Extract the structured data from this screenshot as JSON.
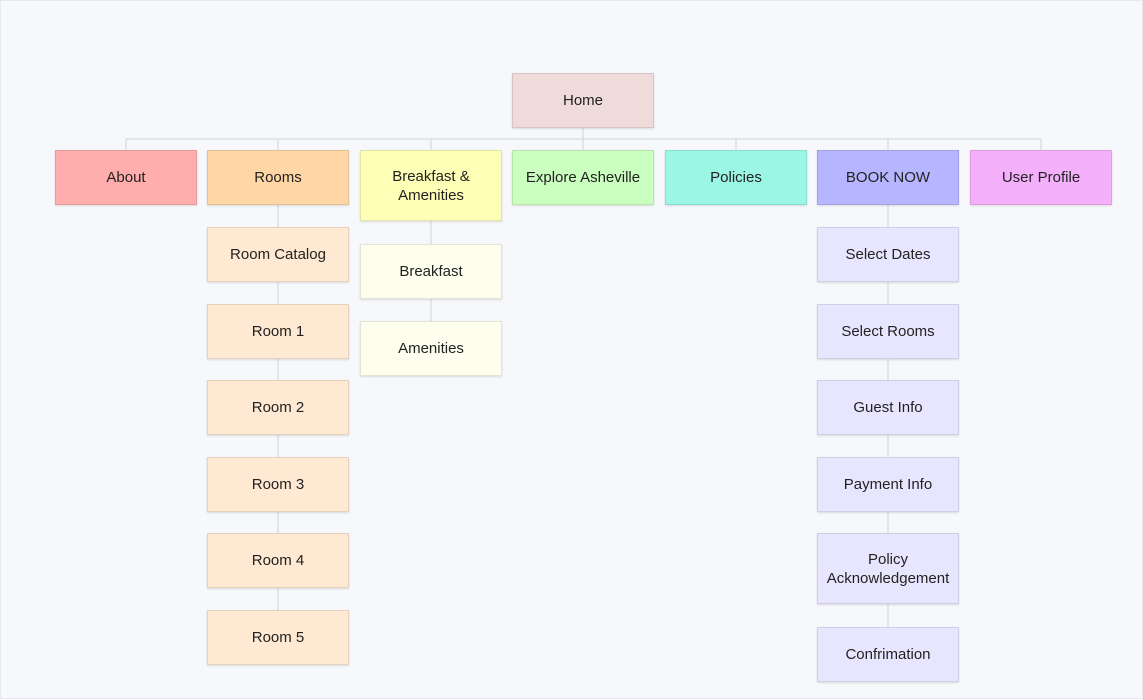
{
  "colors": {
    "home": "#f0dbdb",
    "about": "#ffadad",
    "rooms": "#ffd6a5",
    "rooms_child": "#ffe9d2",
    "breakfast": "#fdffb6",
    "breakfast_child": "#fefeee",
    "explore": "#caffbf",
    "policies": "#9bf6e5",
    "book": "#b6b5ff",
    "book_child": "#e8e6fe",
    "profile": "#f5b0fb",
    "connector": "#cfd2d9"
  },
  "sitemap": {
    "root": "Home",
    "sections": [
      {
        "label": "About",
        "children": []
      },
      {
        "label": "Rooms",
        "children": [
          "Room Catalog",
          "Room 1",
          "Room 2",
          "Room 3",
          "Room 4",
          "Room 5"
        ]
      },
      {
        "label": "Breakfast & Amenities",
        "children": [
          "Breakfast",
          "Amenities"
        ]
      },
      {
        "label": "Explore Asheville",
        "children": []
      },
      {
        "label": "Policies",
        "children": []
      },
      {
        "label": "BOOK NOW",
        "children": [
          "Select Dates",
          "Select Rooms",
          "Guest Info",
          "Payment Info",
          "Policy Acknowledgement",
          "Confrimation"
        ]
      },
      {
        "label": "User Profile",
        "children": []
      }
    ]
  }
}
